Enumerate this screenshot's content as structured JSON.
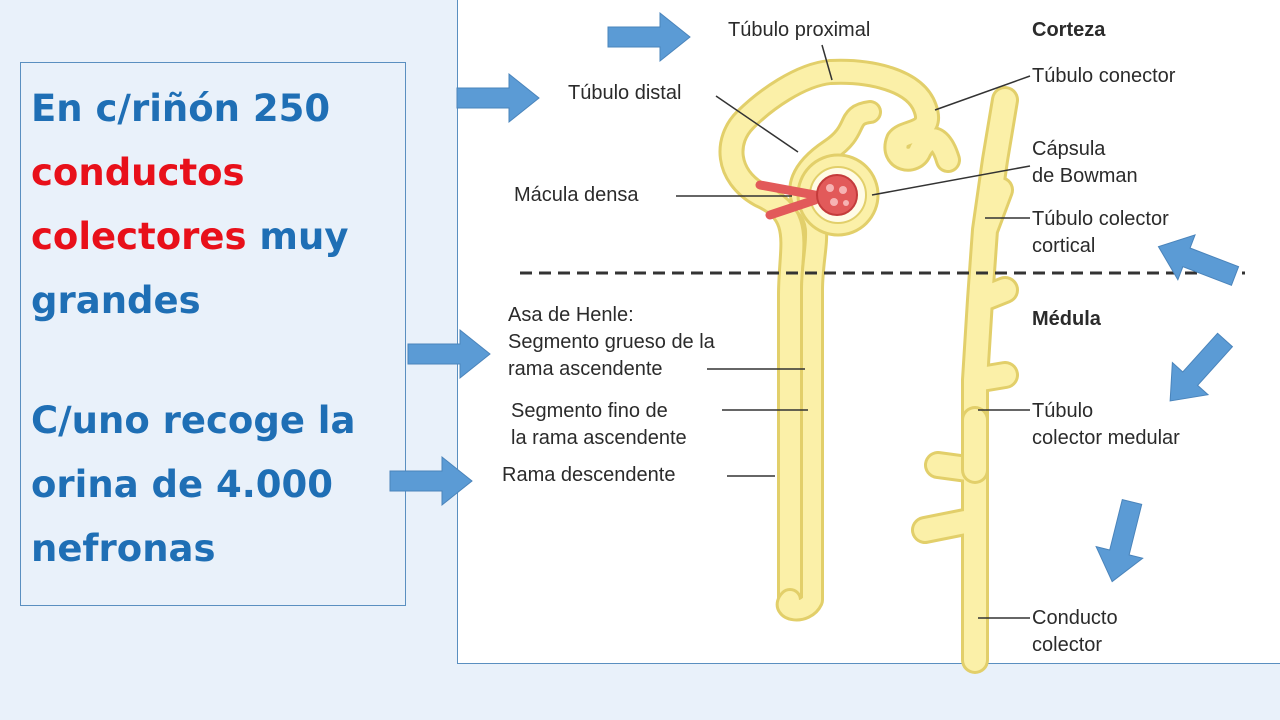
{
  "textbox": {
    "p1": {
      "t1": "En c/riñón 250 ",
      "t2": "conductos colectores",
      "t3": " muy grandes"
    },
    "p2": "C/uno recoge la orina de 4.000 nefronas"
  },
  "diagram": {
    "labels": {
      "tubulo_proximal": "Túbulo proximal",
      "tubulo_distal": "Túbulo distal",
      "macula_densa": "Mácula densa",
      "asa_henle": "Asa de Henle:\nSegmento grueso de la\nrama ascendente",
      "segmento_fino": "Segmento fino de\nla rama ascendente",
      "rama_descendente": "Rama descendente",
      "corteza": "Corteza",
      "tubulo_conector": "Túbulo conector",
      "capsula_bowman": "Cápsula\nde Bowman",
      "tubulo_colector_cortical": "Túbulo colector\ncortical",
      "medula": "Médula",
      "tubulo_colector_medular": "Túbulo\ncolector medular",
      "conducto_colector": "Conducto\ncolector"
    }
  },
  "colors": {
    "title_blue": "#1f6fb5",
    "highlight_red": "#e8101a",
    "arrow_blue": "#5b9bd5",
    "tubule_yellow": "#fbf0a8"
  }
}
